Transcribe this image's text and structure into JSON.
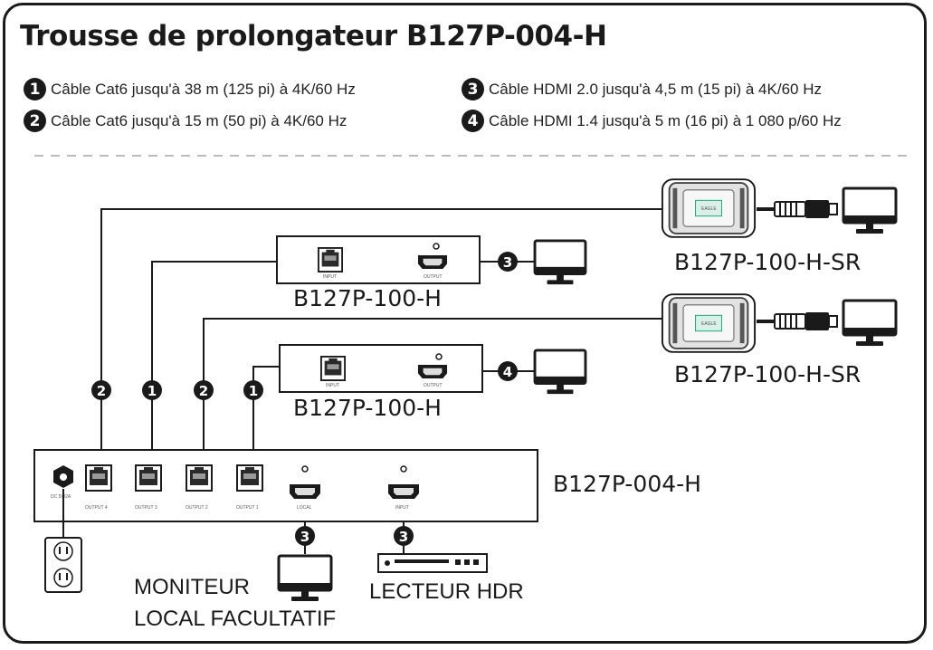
{
  "title": "Trousse de prolongateur B127P-004-H",
  "legend": [
    {
      "num": "1",
      "text": "Câble Cat6 jusqu'à 38 m (125 pi) à 4K/60 Hz"
    },
    {
      "num": "2",
      "text": "Câble Cat6 jusqu'à 15 m (50 pi) à 4K/60 Hz"
    },
    {
      "num": "3",
      "text": "Câble HDMI 2.0 jusqu'à 4,5 m (15 pi) à 4K/60 Hz"
    },
    {
      "num": "4",
      "text": "Câble HDMI 1.4 jusqu'à 5 m (16 pi) à 1 080 p/60 Hz"
    }
  ],
  "devices": {
    "receiver_sr": "B127P-100-H-SR",
    "receiver": "B127P-100-H",
    "splitter": "B127P-004-H",
    "local_monitor_line1": "MONITEUR",
    "local_monitor_line2": "LOCAL FACULTATIF",
    "hdr_player": "LECTEUR HDR"
  },
  "markers": {
    "cat6_long": "1",
    "cat6_short": "2",
    "hdmi_20": "3",
    "hdmi_14": "4"
  },
  "port_labels": {
    "out4": "OUTPUT 4",
    "out3": "OUTPUT 3",
    "out2": "OUTPUT 2",
    "out1": "OUTPUT 1",
    "local": "LOCAL",
    "input": "INPUT",
    "power": "DC 5V/2A",
    "rx_in": "INPUT",
    "rx_out": "OUTPUT",
    "sr_brand": "EAGLE"
  },
  "colors": {
    "ink": "#1a1a1a",
    "divider": "#bbbbbb"
  }
}
